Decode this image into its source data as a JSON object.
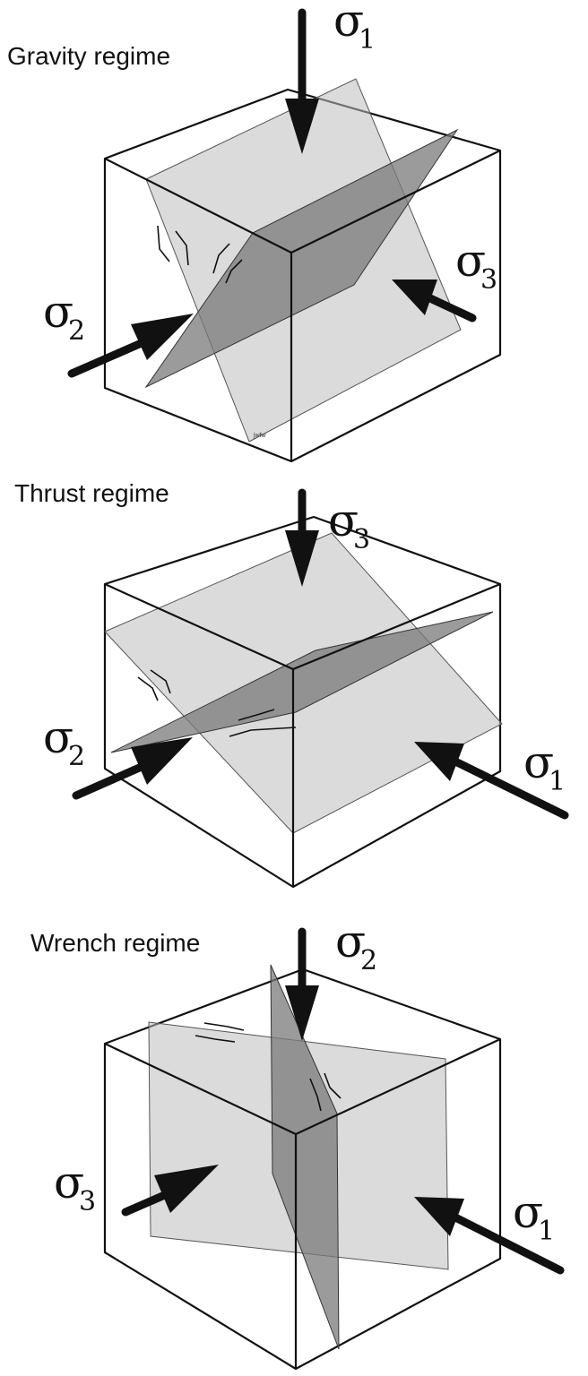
{
  "regimes": [
    {
      "title": "Gravity regime",
      "stresses": [
        {
          "symbol": "σ",
          "sub": "1"
        },
        {
          "symbol": "σ",
          "sub": "2"
        },
        {
          "symbol": "σ",
          "sub": "3"
        }
      ],
      "signature": "jwfw"
    },
    {
      "title": "Thrust regime",
      "stresses": [
        {
          "symbol": "σ",
          "sub": "3"
        },
        {
          "symbol": "σ",
          "sub": "2"
        },
        {
          "symbol": "σ",
          "sub": "1"
        }
      ]
    },
    {
      "title": "Wrench regime",
      "stresses": [
        {
          "symbol": "σ",
          "sub": "2"
        },
        {
          "symbol": "σ",
          "sub": "3"
        },
        {
          "symbol": "σ",
          "sub": "1"
        }
      ]
    }
  ]
}
